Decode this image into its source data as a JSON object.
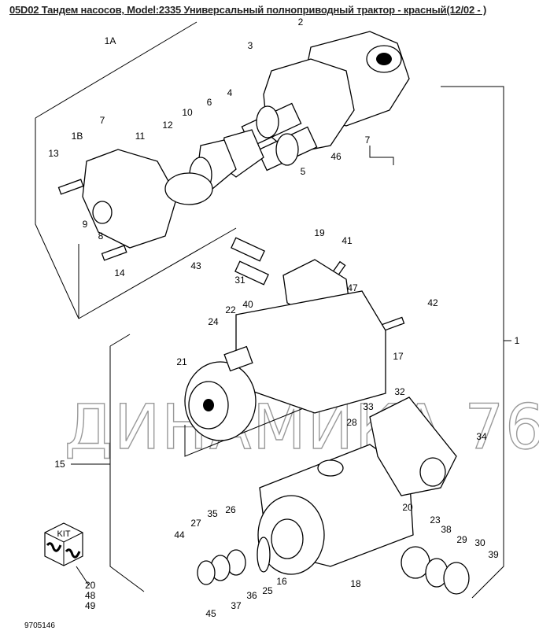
{
  "title": "05D02 Тандем насосов, Model:2335 Универсальный полноприводный трактор - красный(12/02 - )",
  "watermark": "ДИНАМИКА 76",
  "drawing_number": "9705146",
  "kit": {
    "label": "KIT",
    "callouts": [
      "20",
      "48",
      "49"
    ]
  },
  "callouts": [
    "1A",
    "2",
    "3",
    "4",
    "6",
    "10",
    "12",
    "7",
    "1B",
    "11",
    "13",
    "9",
    "8",
    "14",
    "5",
    "46",
    "7",
    "19",
    "41",
    "43",
    "31",
    "47",
    "42",
    "22",
    "40",
    "24",
    "21",
    "17",
    "1",
    "32",
    "33",
    "28",
    "34",
    "15",
    "20",
    "23",
    "38",
    "29",
    "30",
    "39",
    "35",
    "27",
    "26",
    "44",
    "16",
    "18",
    "25",
    "36",
    "37",
    "45"
  ]
}
